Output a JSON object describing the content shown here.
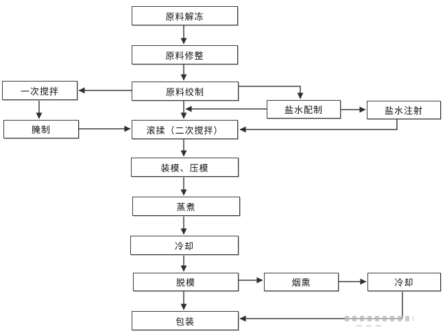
{
  "diagram": {
    "type": "flowchart",
    "background_color": "#ffffff",
    "box_fill": "#ffffff",
    "box_border_color": "#3a3a3a",
    "line_color": "#3a3a3a",
    "text_color": "#101010",
    "nodes": [
      {
        "id": "thaw",
        "label": "原料解冻"
      },
      {
        "id": "trim",
        "label": "原料修整"
      },
      {
        "id": "mince",
        "label": "原料绞制"
      },
      {
        "id": "first-stir",
        "label": "一次搅拌"
      },
      {
        "id": "brine-prep",
        "label": "盐水配制"
      },
      {
        "id": "brine-inject",
        "label": "盐水注射"
      },
      {
        "id": "cure",
        "label": "腌制"
      },
      {
        "id": "tumble",
        "label": "滚揉（二次搅拌）"
      },
      {
        "id": "mold-press",
        "label": "装模、压模"
      },
      {
        "id": "cook",
        "label": "蒸煮"
      },
      {
        "id": "cool-1",
        "label": "冷却"
      },
      {
        "id": "demold",
        "label": "脱模"
      },
      {
        "id": "smoke",
        "label": "烟熏"
      },
      {
        "id": "cool-2",
        "label": "冷却"
      },
      {
        "id": "pack",
        "label": "包装"
      }
    ],
    "edges": [
      {
        "from": "thaw",
        "to": "trim"
      },
      {
        "from": "trim",
        "to": "mince"
      },
      {
        "from": "mince",
        "to": "first-stir"
      },
      {
        "from": "mince",
        "to": "brine-prep"
      },
      {
        "from": "mince",
        "to": "tumble"
      },
      {
        "from": "brine-prep",
        "to": "tumble"
      },
      {
        "from": "brine-prep",
        "to": "brine-inject"
      },
      {
        "from": "brine-inject",
        "to": "tumble"
      },
      {
        "from": "first-stir",
        "to": "cure"
      },
      {
        "from": "cure",
        "to": "tumble"
      },
      {
        "from": "tumble",
        "to": "mold-press"
      },
      {
        "from": "mold-press",
        "to": "cook"
      },
      {
        "from": "cook",
        "to": "cool-1"
      },
      {
        "from": "cool-1",
        "to": "demold"
      },
      {
        "from": "demold",
        "to": "smoke"
      },
      {
        "from": "demold",
        "to": "pack"
      },
      {
        "from": "smoke",
        "to": "cool-2"
      },
      {
        "from": "cool-2",
        "to": "pack"
      }
    ]
  }
}
